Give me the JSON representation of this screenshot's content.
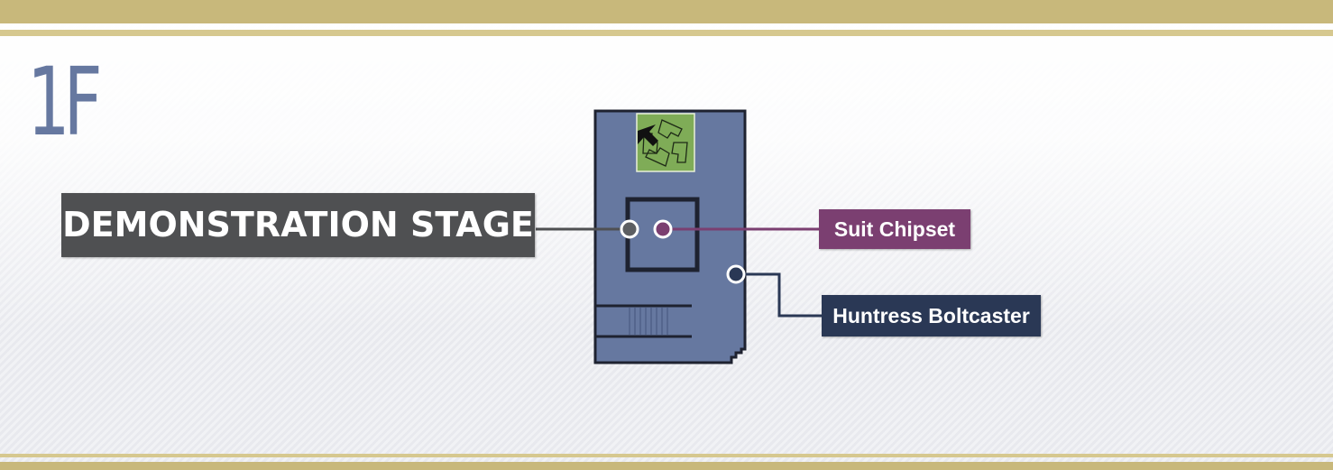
{
  "floor": "1F",
  "area_label": "DEMONSTRATION STAGE",
  "items": [
    {
      "label": "Suit Chipset",
      "color": "#7b3f71"
    },
    {
      "label": "Huntress Boltcaster",
      "color": "#2a3855"
    }
  ],
  "save_room_icon": "recycle-arrows-icon",
  "colors": {
    "room": "#6678a0",
    "room_outline": "#1e2230",
    "save_room": "#7fac57",
    "gold": "#c8b87b",
    "area_label_bg": "#4f5052"
  }
}
